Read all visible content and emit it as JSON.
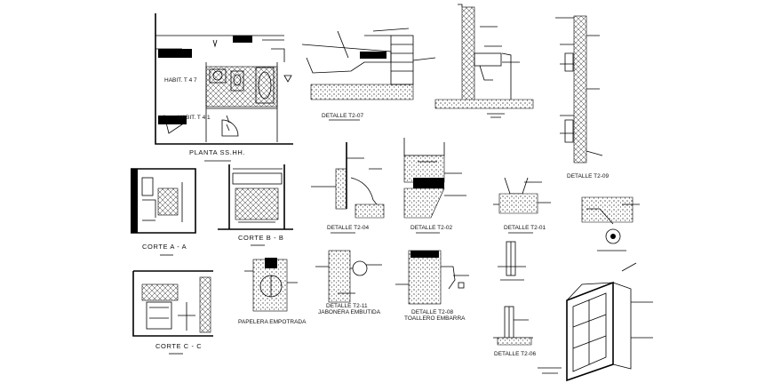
{
  "sheet": {
    "plan": {
      "title": "PLANTA SS.HH.",
      "room_top": "HABIT. T 4 7",
      "room_bottom": "HABIT. T 4 1"
    },
    "details": {
      "d07": "DETALLE T2-07",
      "d04": "DETALLE T2-04",
      "d02": "DETALLE T2-02",
      "d01": "DETALLE T2-01",
      "d09": "DETALLE T2-09",
      "d11": "DETALLE T2-11",
      "d11_sub": "JABONERA EMBUTIDA",
      "d08": "DETALLE T2-08",
      "d08_sub": "TOALLERO EMBARRA",
      "d06": "DETALLE T2-06",
      "papelera": "PAPELERA EMPOTRADA"
    },
    "sections": {
      "aa": "CORTE  A - A",
      "bb": "CORTE  B - B",
      "cc": "CORTE  C - C"
    }
  }
}
